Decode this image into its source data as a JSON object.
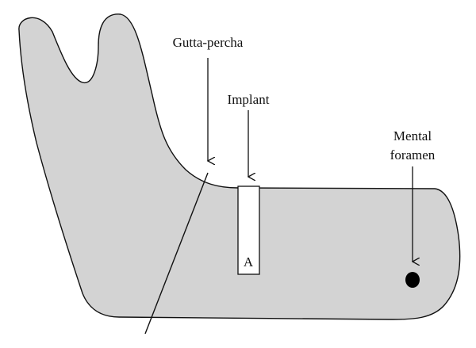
{
  "labels": {
    "gutta_percha": "Gutta-percha",
    "implant": "Implant",
    "mental_foramen_line1": "Mental",
    "mental_foramen_line2": "foramen",
    "implant_marker": "A"
  },
  "colors": {
    "bone_fill": "#d3d3d3",
    "outline": "#111111",
    "implant_fill": "#ffffff",
    "foramen_fill": "#000000"
  }
}
